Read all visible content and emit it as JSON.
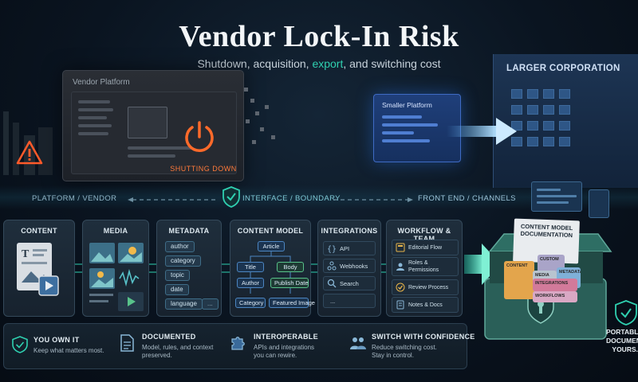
{
  "header": {
    "title": "Vendor Lock-In Risk",
    "subtitle_a": "Shutdown, acquisition, ",
    "subtitle_hl": "export",
    "subtitle_b": ", and switching cost"
  },
  "left_scene": {
    "window_title": "Vendor Platform",
    "status": "SHUTTING DOWN",
    "status_color": "#ff6a2a"
  },
  "right_scene": {
    "window_title": "Smaller Platform",
    "corp_label": "LARGER CORPORATION"
  },
  "boundary": {
    "left": "PLATFORM / VENDOR",
    "middle": "INTERFACE / BOUNDARY",
    "right": "FRONT END / CHANNELS"
  },
  "cards": {
    "content": {
      "title": "CONTENT"
    },
    "media": {
      "title": "MEDIA"
    },
    "metadata": {
      "title": "METADATA",
      "tags": [
        "author",
        "category",
        "topic",
        "date",
        "language"
      ],
      "more": "..."
    },
    "model": {
      "title": "CONTENT MODEL",
      "root": "Article",
      "title_node": "Title",
      "body_node": "Body",
      "author_node": "Author",
      "publish_node": "Publish Date",
      "category_node": "Category",
      "image_node": "Featured Image"
    },
    "integrations": {
      "title": "INTEGRATIONS",
      "items": [
        "API",
        "Webhooks",
        "Search",
        "..."
      ]
    },
    "workflow": {
      "title": "WORKFLOW & TEAM",
      "items": [
        "Editorial Flow",
        "Roles &",
        "Permissions",
        "Review Process",
        "Notes & Docs"
      ]
    }
  },
  "chest": {
    "doc_title_1": "CONTENT MODEL",
    "doc_title_2": "DOCUMENTATION",
    "folders": [
      "CONTENT",
      "CUSTOM",
      "MEDIA",
      "METADATA",
      "INTEGRATIONS",
      "WORKFLOWS"
    ]
  },
  "portable": {
    "line1": "PORTABL",
    "line2": "DOCUMENT",
    "line3": "YOURS."
  },
  "features": [
    {
      "title": "YOU OWN IT",
      "desc1": "Keep what matters most.",
      "desc2": ""
    },
    {
      "title": "DOCUMENTED",
      "desc1": "Model, rules, and context",
      "desc2": "preserved."
    },
    {
      "title": "INTEROPERABLE",
      "desc1": "APIs and integrations",
      "desc2": "you can rewire."
    },
    {
      "title": "SWITCH WITH CONFIDENCE",
      "desc1": "Reduce switching cost.",
      "desc2": "Stay in control."
    }
  ],
  "colors": {
    "accent_teal": "#2fd0b0",
    "warning_orange": "#ff6a2a",
    "corp_blue": "#2e5686"
  }
}
